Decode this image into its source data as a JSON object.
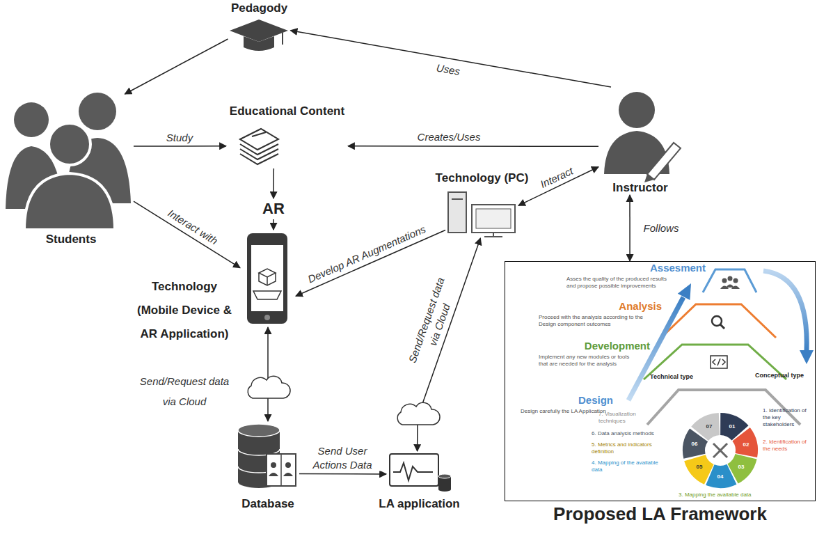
{
  "diagram": {
    "nodes": [
      {
        "text": [
          "Pedagody"
        ]
      },
      {
        "text": [
          "Students"
        ]
      },
      {
        "text": [
          "Educational Content"
        ]
      },
      {
        "text": [
          "AR"
        ]
      },
      {
        "text": [
          "Technology (Mobile Device & AR Application)"
        ]
      },
      {
        "text": [
          "Technology (PC)"
        ]
      },
      {
        "text": [
          "Instructor"
        ]
      },
      {
        "text": [
          "Database"
        ]
      },
      {
        "text": [
          "LA application"
        ]
      },
      {
        "text": [
          "Proposed LA Framework"
        ]
      },
      {
        "text": [
          "Assesment",
          "Asses the quality of the produced results and propose possible improvements"
        ],
        "in": 9
      },
      {
        "text": [
          "Analysis",
          "Proceed with the analysis according to the Design component outcomes"
        ],
        "in": 9
      },
      {
        "text": [
          "Development",
          "Implement any new modules or tools that are needed for the analysis"
        ],
        "in": 9
      },
      {
        "text": [
          "Design",
          "Design carefully the LA Application"
        ],
        "in": 9
      }
    ],
    "edges": [
      {
        "from": 6,
        "to": 0,
        "label": "Uses",
        "arrow": "to"
      },
      {
        "from": 0,
        "to": 1,
        "arrow": "to"
      },
      {
        "from": 1,
        "to": 2,
        "label": "Study",
        "arrow": "to"
      },
      {
        "from": 6,
        "to": 2,
        "label": "Creates/Uses",
        "arrow": "to"
      },
      {
        "from": 2,
        "to": 3,
        "arrow": "to"
      },
      {
        "from": 3,
        "to": 4,
        "arrow": "to"
      },
      {
        "from": 1,
        "to": 4,
        "label": "Interact with",
        "arrow": "to"
      },
      {
        "from": 6,
        "to": 5,
        "label": "Interact",
        "arrow": "both"
      },
      {
        "from": 5,
        "to": 4,
        "label": "Develop AR Augmentations",
        "arrow": "to"
      },
      {
        "from": 4,
        "to": 7,
        "label": "Send/Request data via Cloud",
        "arrow": "both"
      },
      {
        "from": 7,
        "to": 8,
        "label": "Send User Actions Data",
        "arrow": "to"
      },
      {
        "from": 8,
        "to": 5,
        "label": "Send/Request data via Cloud",
        "arrow": "both"
      },
      {
        "from": 6,
        "to": 9,
        "label": "Follows",
        "arrow": "both"
      }
    ],
    "labels": [
      "Technical type",
      "Conceptual type",
      "01",
      "02",
      "03",
      "04",
      "05",
      "06",
      "07",
      "1. Identification of the key stakeholders",
      "2. Identification of the needs",
      "3. Mapping the available data",
      "4. Mapping of the available data",
      "5. Metrics and indicators definition",
      "6. Data analysis methods",
      "7. Visualization techniques"
    ]
  }
}
